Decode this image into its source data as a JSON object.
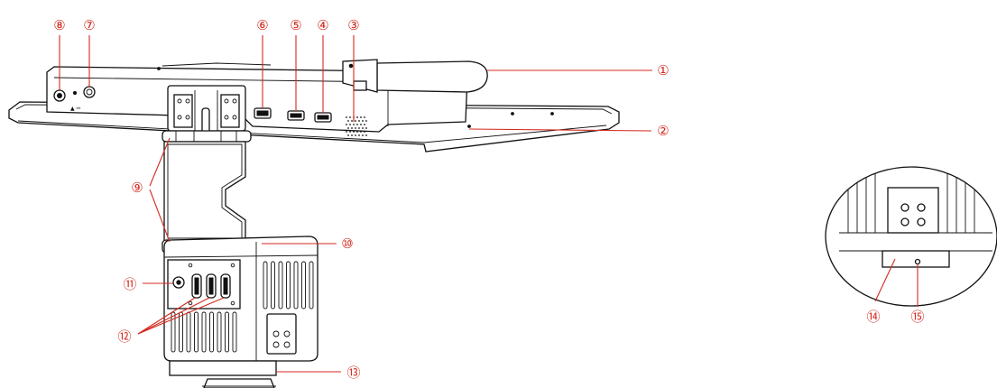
{
  "colors": {
    "callout": "#d42a1f",
    "line_art": "#111111",
    "background": "#ffffff"
  },
  "callouts": [
    {
      "id": "8",
      "label": "⑧"
    },
    {
      "id": "7",
      "label": "⑦"
    },
    {
      "id": "6",
      "label": "⑥"
    },
    {
      "id": "5",
      "label": "⑤"
    },
    {
      "id": "4",
      "label": "④"
    },
    {
      "id": "3",
      "label": "③"
    },
    {
      "id": "1",
      "label": "①"
    },
    {
      "id": "2",
      "label": "②"
    },
    {
      "id": "9",
      "label": "⑨"
    },
    {
      "id": "10",
      "label": "⑩"
    },
    {
      "id": "11",
      "label": "⑪"
    },
    {
      "id": "12",
      "label": "⑫"
    },
    {
      "id": "13",
      "label": "⑬"
    },
    {
      "id": "14",
      "label": "⑭"
    },
    {
      "id": "15",
      "label": "⑮"
    }
  ]
}
